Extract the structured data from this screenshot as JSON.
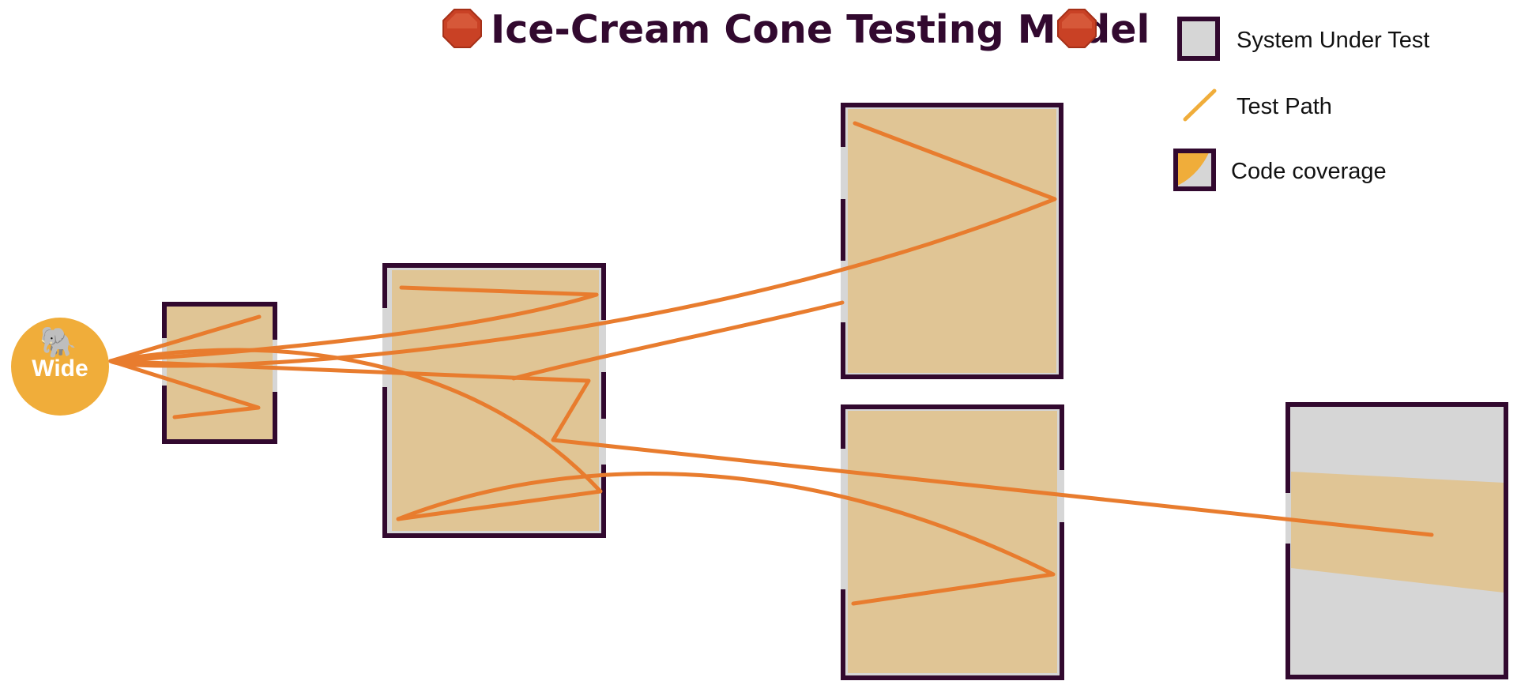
{
  "title": "Ice-Cream Cone Testing Model",
  "title_icon_left": "stop-sign-icon",
  "title_icon_right": "stop-sign-icon",
  "legend": {
    "system_under_test": "System Under Test",
    "test_path": "Test Path",
    "code_coverage": "Code coverage"
  },
  "actor": {
    "label": "Wide",
    "icon": "elephant-icon",
    "icon_glyph": "🐘"
  },
  "colors": {
    "frame": "#32092f",
    "coverage": "#e0c595",
    "uncovered": "#d6d6d6",
    "path": "#e87c2e",
    "actor": "#f0ad3a",
    "stop_sign": "#c94125"
  },
  "systems": [
    {
      "name": "system-a",
      "coverage": "full"
    },
    {
      "name": "system-b",
      "coverage": "full"
    },
    {
      "name": "system-c",
      "coverage": "full"
    },
    {
      "name": "system-d",
      "coverage": "full"
    },
    {
      "name": "system-e",
      "coverage": "partial"
    }
  ]
}
